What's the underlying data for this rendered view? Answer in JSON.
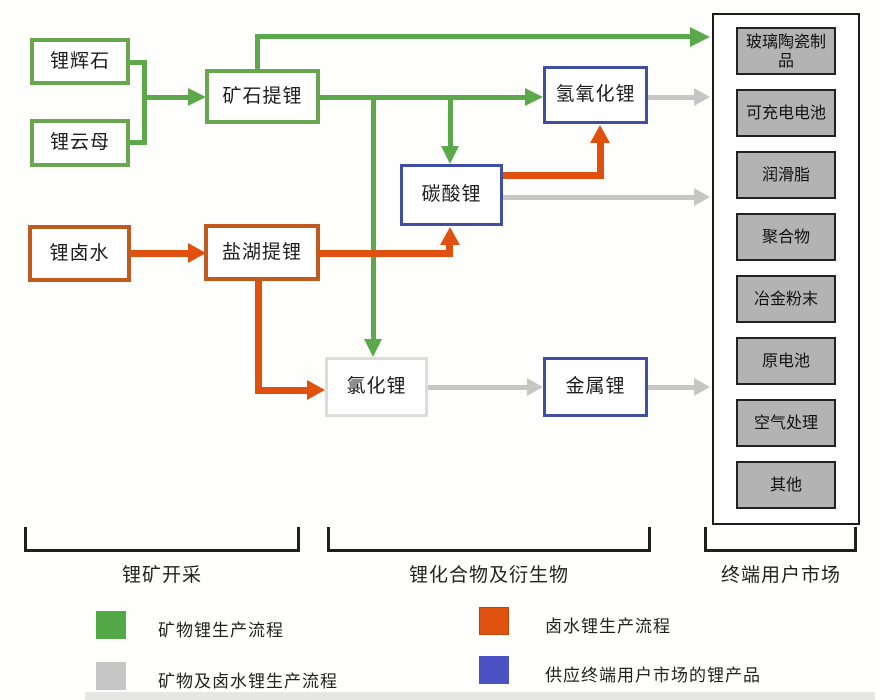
{
  "nodes": {
    "spodumene": "锂辉石",
    "lepidolite": "锂云母",
    "brine": "锂卤水",
    "ore_extraction": "矿石提锂",
    "salt_lake_extraction": "盐湖提锂",
    "lithium_carbonate": "碳酸锂",
    "lithium_hydroxide": "氢氧化锂",
    "lithium_chloride": "氯化锂",
    "lithium_metal": "金属锂"
  },
  "end_user_panel": {
    "items": [
      "玻璃陶瓷制品",
      "可充电电池",
      "润滑脂",
      "聚合物",
      "冶金粉末",
      "原电池",
      "空气处理",
      "其他"
    ]
  },
  "stages": {
    "mining": "锂矿开采",
    "compounds": "锂化合物及衍生物",
    "end_market": "终端用户市场"
  },
  "legend": {
    "mineral": {
      "label": "矿物锂生产流程",
      "color": "#53a945"
    },
    "mineral_and_brine": {
      "label": "矿物及卤水锂生产流程",
      "color": "#c6c6c6"
    },
    "brine": {
      "label": "卤水锂生产流程",
      "color": "#e0500f"
    },
    "end_user_products": {
      "label": "供应终端用户市场的锂产品",
      "color": "#4a52c4"
    }
  },
  "colors": {
    "green_flow": "#5ca94b",
    "orange_flow": "#e0500f",
    "gray_flow": "#c6c6c6",
    "blue_border": "#414fa3",
    "green_border": "#68a750",
    "orange_border": "#c05a1e",
    "panel_item_fill": "#b3b3b3"
  }
}
